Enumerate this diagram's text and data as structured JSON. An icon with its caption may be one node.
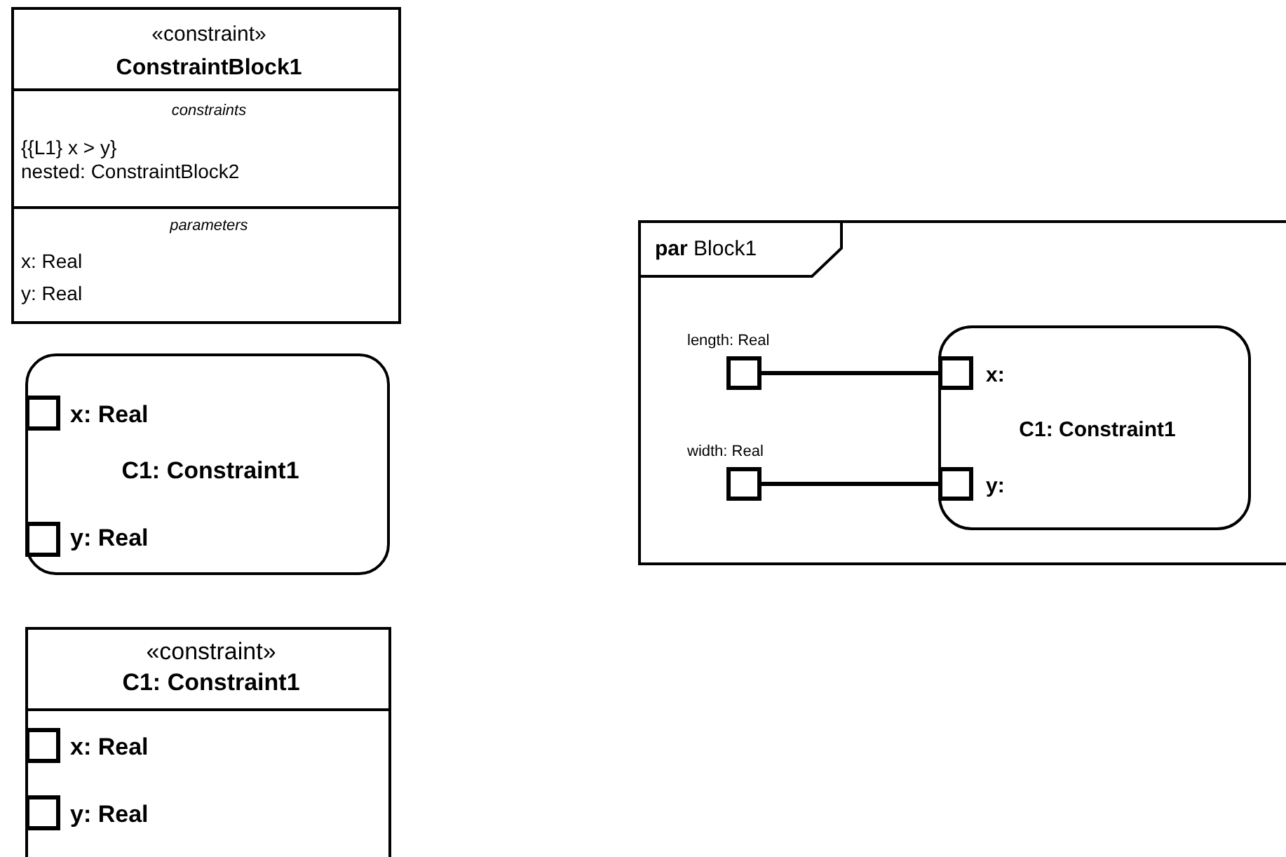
{
  "diagram": {
    "nodes": [
      {
        "text": [
          "«constraint»",
          "ConstraintBlock1",
          "constraints",
          "{{L1} x > y}",
          "nested:  ConstraintBlock2",
          "parameters",
          "x: Real",
          "y: Real"
        ]
      },
      {
        "text": [
          "x: Real",
          "C1: Constraint1",
          "y: Real"
        ]
      },
      {
        "text": [
          "«constraint»",
          "C1:  Constraint1",
          "x: Real",
          "y: Real"
        ]
      },
      {
        "text": [
          "**par** Block1"
        ]
      },
      {
        "text": [],
        "shape": "box",
        "in": 3,
        "beside": [
          "length: Real"
        ]
      },
      {
        "text": [],
        "shape": "box",
        "in": 3,
        "beside": [
          "width: Real"
        ]
      },
      {
        "text": [
          "C1: Constraint1"
        ],
        "in": 3
      },
      {
        "text": [],
        "shape": "box",
        "in": 6,
        "beside": [
          "x:"
        ]
      },
      {
        "text": [],
        "shape": "box",
        "in": 6,
        "beside": [
          "y:"
        ]
      }
    ],
    "edges": [
      {
        "from": 4,
        "to": 7,
        "arrow": "none"
      },
      {
        "from": 5,
        "to": 8,
        "arrow": "none"
      }
    ]
  }
}
